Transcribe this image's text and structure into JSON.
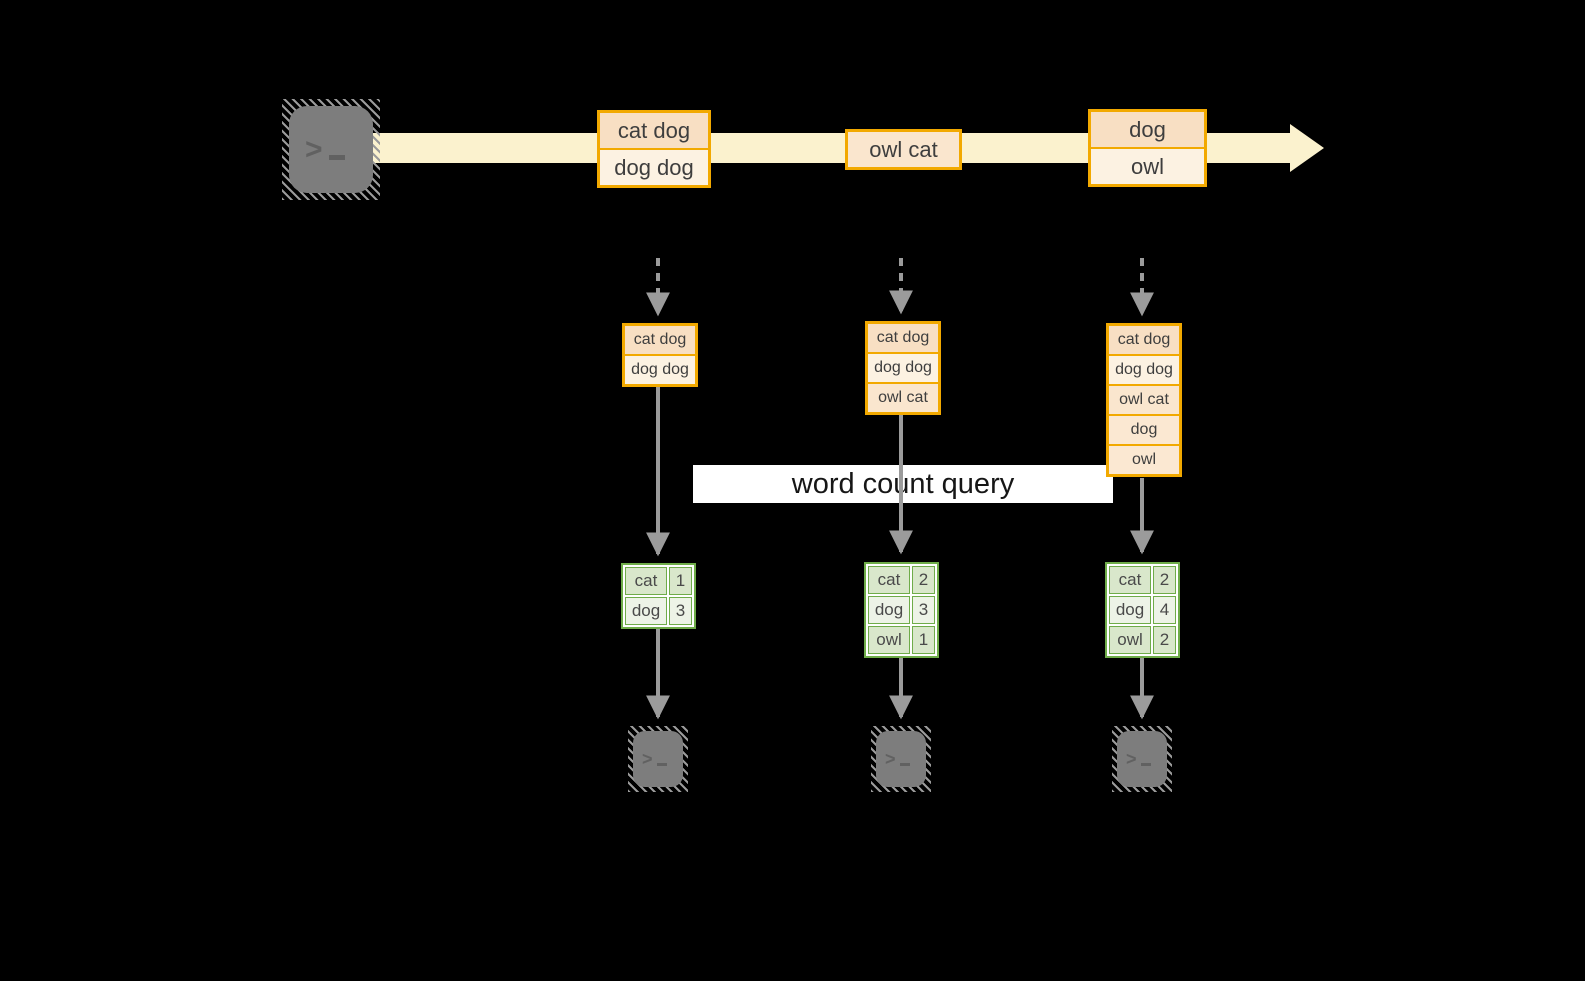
{
  "colors": {
    "background": "#000000",
    "stream_fill": "#FBF2CE",
    "event_border": "#F2A900",
    "event_dark": "#F8DFC3",
    "event_light": "#FCF2E2",
    "event_medium": "#FAE6CE",
    "event_buffer_tail": "#FBE8D2",
    "table_border": "#6FAC49",
    "table_row_dark": "#D9E7CB",
    "table_row_light": "#EDF3E7",
    "arrow_gray": "#9B9B9B",
    "terminal_gray": "#7D7D7D",
    "banner_bg": "#FFFFFF"
  },
  "icons": {
    "source_terminal": "terminal-icon",
    "output_terminal": "terminal-icon",
    "prompt_glyph": ">"
  },
  "stream": {
    "events": [
      {
        "rows": [
          {
            "label": "cat dog",
            "bg": "#F8DFC3"
          },
          {
            "label": "dog dog",
            "bg": "#FCF2E2"
          }
        ]
      },
      {
        "rows": [
          {
            "label": "owl cat",
            "bg": "#FAE6CE"
          }
        ]
      },
      {
        "rows": [
          {
            "label": "dog",
            "bg": "#F8DFC3"
          },
          {
            "label": "owl",
            "bg": "#FCF2E2"
          }
        ]
      }
    ]
  },
  "buffers": [
    {
      "rows": [
        {
          "label": "cat dog",
          "bg": "#F8DFC3"
        },
        {
          "label": "dog dog",
          "bg": "#FCF2E2"
        }
      ]
    },
    {
      "rows": [
        {
          "label": "cat dog",
          "bg": "#F8DFC3"
        },
        {
          "label": "dog dog",
          "bg": "#FCF2E2"
        },
        {
          "label": "owl cat",
          "bg": "#FAE6CE"
        }
      ]
    },
    {
      "rows": [
        {
          "label": "cat dog",
          "bg": "#F8DFC3"
        },
        {
          "label": "dog dog",
          "bg": "#FCF2E2"
        },
        {
          "label": "owl cat",
          "bg": "#FAE6CE"
        },
        {
          "label": "dog",
          "bg": "#FBE8D2"
        },
        {
          "label": "owl",
          "bg": "#FBE8D2"
        }
      ]
    }
  ],
  "query_banner": {
    "label": "word count query"
  },
  "count_tables": [
    {
      "rows": [
        {
          "word": "cat",
          "count": "1",
          "bg": "#D9E7CB"
        },
        {
          "word": "dog",
          "count": "3",
          "bg": "#EDF3E7"
        }
      ]
    },
    {
      "rows": [
        {
          "word": "cat",
          "count": "2",
          "bg": "#D9E7CB"
        },
        {
          "word": "dog",
          "count": "3",
          "bg": "#EDF3E7"
        },
        {
          "word": "owl",
          "count": "1",
          "bg": "#D9E7CB"
        }
      ]
    },
    {
      "rows": [
        {
          "word": "cat",
          "count": "2",
          "bg": "#D9E7CB"
        },
        {
          "word": "dog",
          "count": "4",
          "bg": "#EDF3E7"
        },
        {
          "word": "owl",
          "count": "2",
          "bg": "#D9E7CB"
        }
      ]
    }
  ]
}
